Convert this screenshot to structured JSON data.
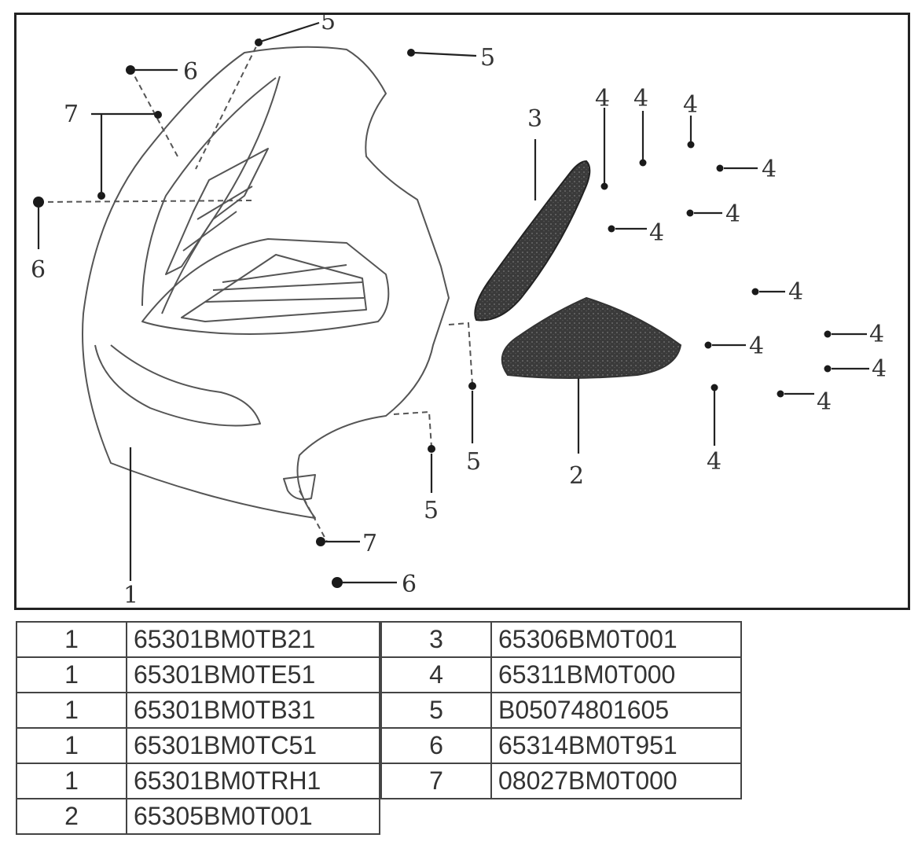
{
  "diagram": {
    "callouts": {
      "c1": "1",
      "c2": "2",
      "c3": "3",
      "c4": "4",
      "c5": "5",
      "c6": "6",
      "c7": "7"
    }
  },
  "parts_table_left": [
    {
      "ref": "1",
      "part": "65301BM0TB21"
    },
    {
      "ref": "1",
      "part": "65301BM0TE51"
    },
    {
      "ref": "1",
      "part": "65301BM0TB31"
    },
    {
      "ref": "1",
      "part": "65301BM0TC51"
    },
    {
      "ref": "1",
      "part": "65301BM0TRH1"
    },
    {
      "ref": "2",
      "part": "65305BM0T001"
    }
  ],
  "parts_table_right": [
    {
      "ref": "3",
      "part": "65306BM0T001"
    },
    {
      "ref": "4",
      "part": "65311BM0T000"
    },
    {
      "ref": "5",
      "part": "B05074801605"
    },
    {
      "ref": "6",
      "part": "65314BM0T951"
    },
    {
      "ref": "7",
      "part": "08027BM0T000"
    }
  ]
}
